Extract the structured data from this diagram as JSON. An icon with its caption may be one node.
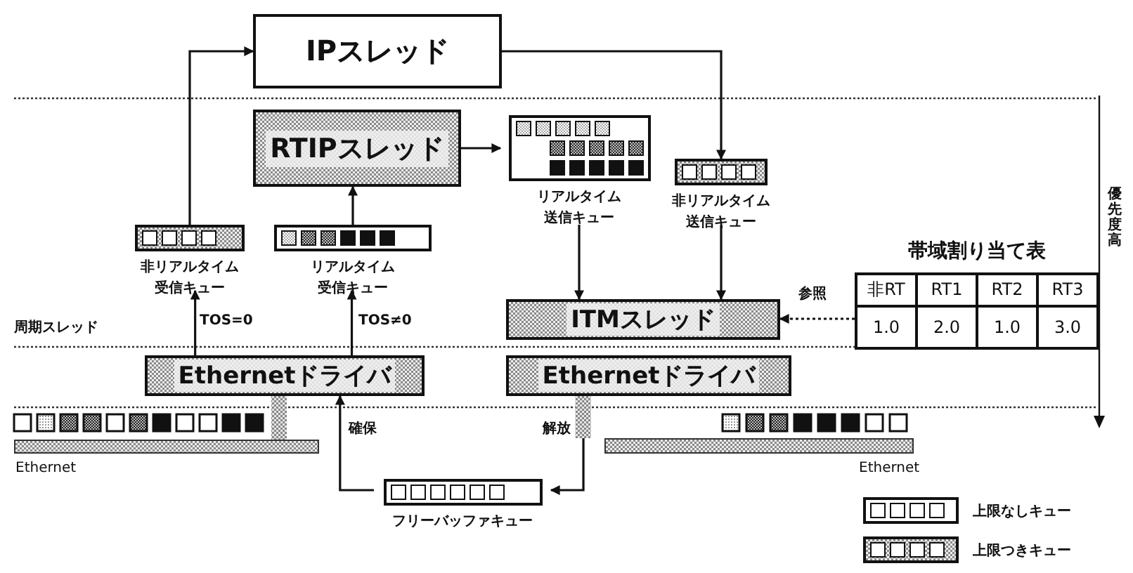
{
  "diagram": {
    "nodes": [
      {
        "text": [
          "IPスレッド"
        ]
      },
      {
        "text": [
          "RTIPスレッド"
        ]
      },
      {
        "text": [
          "非リアルタイム受信キュー"
        ]
      },
      {
        "text": [
          "リアルタイム受信キュー"
        ]
      },
      {
        "text": [
          "リアルタイム送信キュー"
        ]
      },
      {
        "text": [
          "非リアルタイム送信キュー"
        ]
      },
      {
        "text": [
          "ITMスレッド"
        ]
      },
      {
        "text": [
          "帯域割り当て表",
          "非RT",
          "RT1",
          "RT2",
          "RT3",
          "1.0",
          "2.0",
          "1.0",
          "3.0"
        ]
      },
      {
        "text": [
          "Ethernetドライバ"
        ]
      },
      {
        "text": [
          "Ethernetドライバ"
        ]
      },
      {
        "text": [
          "フリーバッファキュー"
        ]
      },
      {
        "text": [],
        "shape": "bar",
        "beside": [
          "Ethernet"
        ]
      },
      {
        "text": [],
        "shape": "bar",
        "beside": [
          "Ethernet"
        ]
      }
    ],
    "edges": [
      {
        "from": 2,
        "to": 0,
        "arrow": "to"
      },
      {
        "from": 3,
        "to": 1,
        "arrow": "to"
      },
      {
        "from": 1,
        "to": 4,
        "arrow": "to"
      },
      {
        "from": 0,
        "to": 5,
        "arrow": "to"
      },
      {
        "from": 4,
        "to": 6,
        "arrow": "to"
      },
      {
        "from": 5,
        "to": 6,
        "arrow": "to"
      },
      {
        "from": 7,
        "to": 6,
        "arrow": "to",
        "label": "参照",
        "style": "dashed"
      },
      {
        "from": 8,
        "to": 2,
        "arrow": "to",
        "label": "TOS=0"
      },
      {
        "from": 8,
        "to": 3,
        "arrow": "to",
        "label": "TOS≠0"
      },
      {
        "from": 10,
        "to": 8,
        "arrow": "to",
        "label": "確保"
      },
      {
        "from": 9,
        "to": 10,
        "arrow": "to",
        "label": "解放"
      },
      {
        "from": 8,
        "to": 11,
        "arrow": "none",
        "style": "thick"
      },
      {
        "from": 9,
        "to": 12,
        "arrow": "none",
        "style": "thick"
      }
    ],
    "labels": [
      "周期スレッド",
      "優先度高"
    ],
    "legend": [
      {
        "text": "上限なしキュー"
      },
      {
        "text": "上限つきキュー"
      }
    ]
  }
}
